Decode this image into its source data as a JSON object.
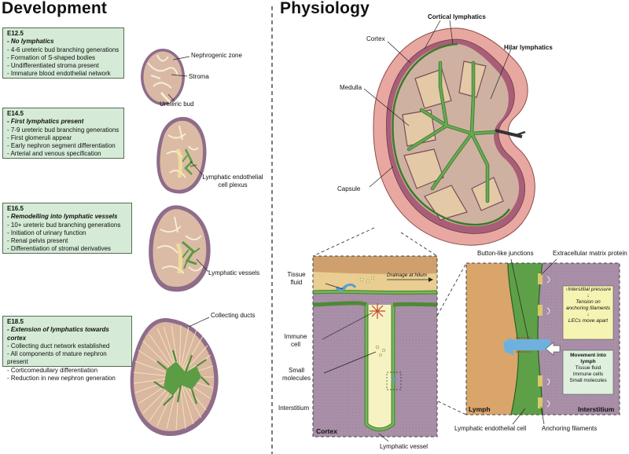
{
  "titles": {
    "development": "Development",
    "physiology": "Physiology"
  },
  "stages": [
    {
      "stage": "E12.5",
      "heading": "- No lymphatics",
      "items": [
        "- 4-6 ureteric bud branching generations",
        "- Formation of S-shaped bodies",
        "- Undifferentiated stroma present",
        "- Immature blood endothelial network"
      ]
    },
    {
      "stage": "E14.5",
      "heading": "- First lymphatics present",
      "items": [
        "- 7-9 ureteric bud branching generations",
        "- First glomeruli appear",
        "- Early nephron segment differentiation",
        "- Arterial and venous specification"
      ]
    },
    {
      "stage": "E16.5",
      "heading": "- Remodelling into lymphatic vessels",
      "items": [
        "- 10+ ureteric bud branching generations",
        "- Initiation of urinary function",
        "- Renal pelvis present",
        "- Differentiation of stromal derivatives"
      ]
    },
    {
      "stage": "E18.5",
      "heading": "- Extension of lymphatics towards cortex",
      "items": [
        "- Collecting duct network established",
        "- All components of mature nephron present",
        "- Corticomedullary differentiation",
        "- Reduction in new nephron generation"
      ]
    }
  ],
  "dev_labels": {
    "nephrogenic_zone": "Nephrogenic zone",
    "stroma": "Stroma",
    "ureteric_bud": "Ureteric bud",
    "lec_plexus_1": "Lymphatic endothelial",
    "lec_plexus_2": "cell plexus",
    "lymphatic_vessels": "Lymphatic vessels",
    "collecting_ducts": "Collecting ducts"
  },
  "kidney_labels": {
    "cortical_lymphatics": "Cortical lymphatics",
    "hilar_lymphatics": "Hilar lymphatics",
    "cortex": "Cortex",
    "medulla": "Medulla",
    "capsule": "Capsule"
  },
  "cortex_inset": {
    "tissue_fluid_1": "Tissue",
    "tissue_fluid_2": "fluid",
    "drainage": "Drainage at hilum",
    "immune_cell_1": "Immune",
    "immune_cell_2": "cell",
    "small_molecules_1": "Small",
    "small_molecules_2": "molecules",
    "interstitium": "Interstitium",
    "corner": "Cortex",
    "lymphatic_vessel": "Lymphatic vessel"
  },
  "junction_inset": {
    "button_junctions": "Button-like junctions",
    "ecm_protein": "Extracellular matrix protein",
    "pressure": [
      "↑Interstitial pressure",
      "↓",
      "Tension on",
      "anchoring filaments",
      "↓",
      "LECs move apart"
    ],
    "movement_title_1": "Movement into",
    "movement_title_2": "lymph",
    "movement_items": [
      "Tissue fluid",
      "Immune cells",
      "Small molecules"
    ],
    "lymph": "Lymph",
    "interstitium": "Interstitium",
    "lec": "Lymphatic endothelial cell",
    "anchoring": "Anchoring filaments"
  },
  "colors": {
    "box_fill": "#d5ebd7",
    "kidney_fill": "#dcb5a5",
    "kidney_edge": "#9a7a8e",
    "lymphatic_green": "#6aa84f",
    "lymphatic_dark": "#2f5a22",
    "capsule": "#e8a7a0",
    "interstitium_purple": "#a58aa6",
    "lymph_yellow": "#f5f1b8",
    "fluid_blue": "#7cb3d9"
  }
}
